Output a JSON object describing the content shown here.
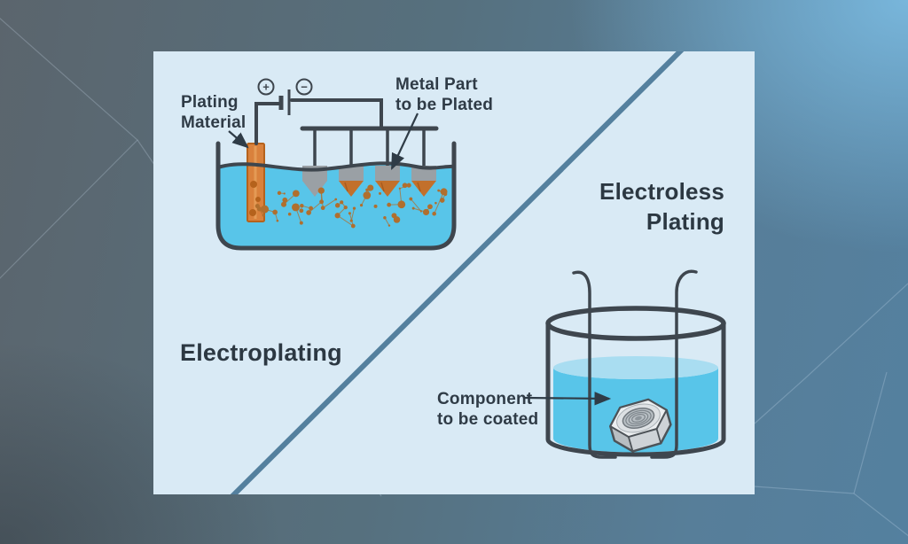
{
  "panels": {
    "electroplating": {
      "title": "Electroplating",
      "plating_material_label": "Plating\nMaterial",
      "metal_part_label": "Metal Part\nto be Plated",
      "battery": {
        "positive_symbol": "+",
        "negative_symbol": "−"
      }
    },
    "electroless": {
      "title": "Electroless\nPlating",
      "component_label": "Component\nto be coated"
    }
  },
  "colors": {
    "card_background": "#d9eaf5",
    "solution_liquid": "#58c5e9",
    "liquid_surface": "#a9ddf1",
    "plating_anode_orange": "#d9813c",
    "copper_particles": "#b06f2e",
    "metal_part_gray": "#9aa0a5",
    "outline_ink": "#3e464e",
    "divider": "#54809e",
    "text": "#2f3b46"
  }
}
